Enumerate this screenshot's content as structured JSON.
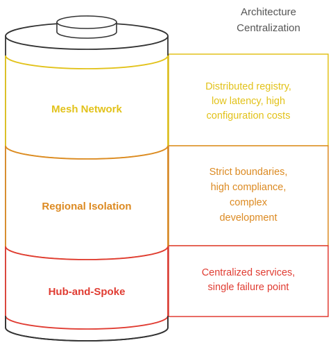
{
  "title": {
    "line1": "Architecture",
    "line2": "Centralization"
  },
  "layers": [
    {
      "label": "Mesh Network",
      "color": "#e2c21a",
      "description": [
        "Distributed registry,",
        "low latency, high",
        "configuration costs"
      ]
    },
    {
      "label": "Regional Isolation",
      "color": "#dc8a22",
      "description": [
        "Strict boundaries,",
        "high compliance,",
        "complex",
        "development"
      ]
    },
    {
      "label": "Hub-and-Spoke",
      "color": "#e03c32",
      "description": [
        "Centralized services,",
        "single failure point"
      ]
    }
  ],
  "cylinder_outline_color": "#333333"
}
